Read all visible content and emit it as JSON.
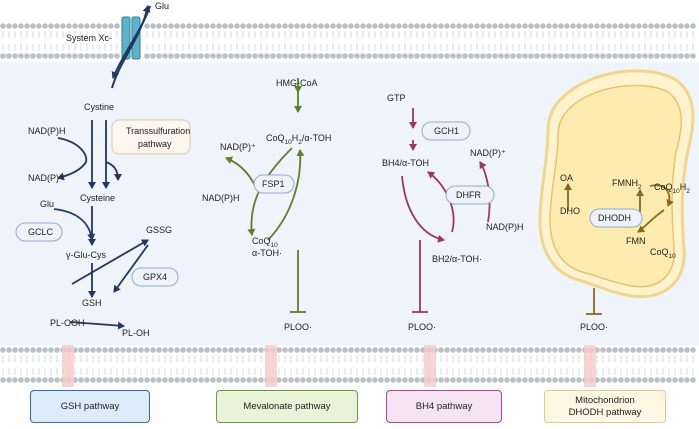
{
  "colors": {
    "gsh": "#1f3864",
    "mevalonate": "#5b7f2b",
    "bh4": "#a3375a",
    "mito": "#8a6a1f",
    "membrane_bead": "#b9c0c8",
    "cytosol": "#eef4fa",
    "enzyme_fill": "#eef3fb",
    "enzyme_stroke": "#8fa9d4"
  },
  "membrane": {
    "transporter_label": "System Xc-",
    "cargo_label": "Glu"
  },
  "gsh_pathway": {
    "cystine": "Cystine",
    "nadph_in": "NAD(P)H",
    "nadp_out": "NAD(P)⁺",
    "transsulfuration": [
      "Transsulfuration",
      "pathway"
    ],
    "cysteine": "Cysteine",
    "glu": "Glu",
    "gclc": "GCLC",
    "gamma_glu_cys": "γ-Glu-Cys",
    "gssg": "GSSG",
    "gpx4": "GPX4",
    "gsh": "GSH",
    "pl_ooh": "PL-OOH",
    "pl_oh": "PL-OH"
  },
  "mevalonate_pathway": {
    "hmg_coa": "HMG-CoA",
    "coq_reduced": {
      "base": "CoQ",
      "sub1": "10",
      "mid": "H",
      "sub2": "2",
      "tail": "/α-TOH"
    },
    "nadp_out": "NAD(P)⁺",
    "fsp1": "FSP1",
    "nadph_in": "NAD(P)H",
    "coq_oxidized": {
      "base": "CoQ",
      "sub": "10"
    },
    "alpha_toh_radical": "α-TOH·",
    "ploo": "PLOO·"
  },
  "bh4_pathway": {
    "gtp": "GTP",
    "gch1": "GCH1",
    "bh4": "BH4/α-TOH",
    "nadp_out": "NAD(P)⁺",
    "dhfr": "DHFR",
    "nadph_in": "NAD(P)H",
    "bh2": "BH2/α-TOH·",
    "ploo": "PLOO·"
  },
  "mito_pathway": {
    "oa": "OA",
    "dho": "DHO",
    "dhodh": "DHODH",
    "fmnh2": {
      "base": "FMNH",
      "sub": "2"
    },
    "fmn": "FMN",
    "coqh2": {
      "base": "CoQ",
      "sub1": "10",
      "mid": "H",
      "sub2": "2"
    },
    "coq": {
      "base": "CoQ",
      "sub": "10"
    },
    "ploo": "PLOO·"
  },
  "pathway_boxes": [
    {
      "lines": [
        "GSH pathway"
      ],
      "fill": "#dcecfa",
      "border": "#2f6fb0"
    },
    {
      "lines": [
        "Mevalonate pathway"
      ],
      "fill": "#e8f3da",
      "border": "#6d9a3c"
    },
    {
      "lines": [
        "BH4 pathway"
      ],
      "fill": "#f6e3f3",
      "border": "#a8488f"
    },
    {
      "lines": [
        "Mitochondrion",
        "DHODH pathway"
      ],
      "fill": "#fff6e4",
      "border": "#e5c98a"
    }
  ]
}
